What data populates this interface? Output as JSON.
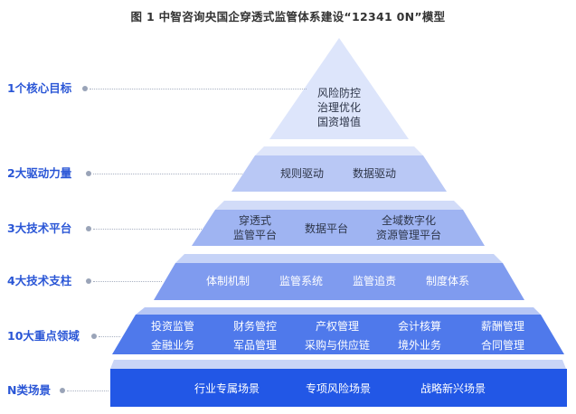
{
  "title": "图 1  中智咨询央国企穿透式监管体系建设“12341 0N”模型",
  "colors": {
    "level1": "#dde5fb",
    "level2": "#b9c8f5",
    "level3": "#9fb4f2",
    "level4": "#7f9bef",
    "level5": "#4f79eb",
    "level6": "#2257e6",
    "label": "#2a56d6"
  },
  "levels": [
    {
      "label": "1个核心目标",
      "items": [
        "风险防控",
        "治理优化",
        "国资增值"
      ]
    },
    {
      "label": "2大驱动力量",
      "items": [
        "规则驱动",
        "数据驱动"
      ]
    },
    {
      "label": "3大技术平台",
      "items": [
        "穿透式\n监管平台",
        "数据平台",
        "全域数字化\n资源管理平台"
      ]
    },
    {
      "label": "4大技术支柱",
      "items": [
        "体制机制",
        "监管系统",
        "监管追责",
        "制度体系"
      ]
    },
    {
      "label": "10大重点领域",
      "items": [
        "投资监管",
        "财务管控",
        "产权管理",
        "会计核算",
        "薪酬管理",
        "金融业务",
        "军品管理",
        "采购与供应链",
        "境外业务",
        "合同管理"
      ]
    },
    {
      "label": "N类场景",
      "items": [
        "行业专属场景",
        "专项风险场景",
        "战略新兴场景"
      ]
    }
  ]
}
